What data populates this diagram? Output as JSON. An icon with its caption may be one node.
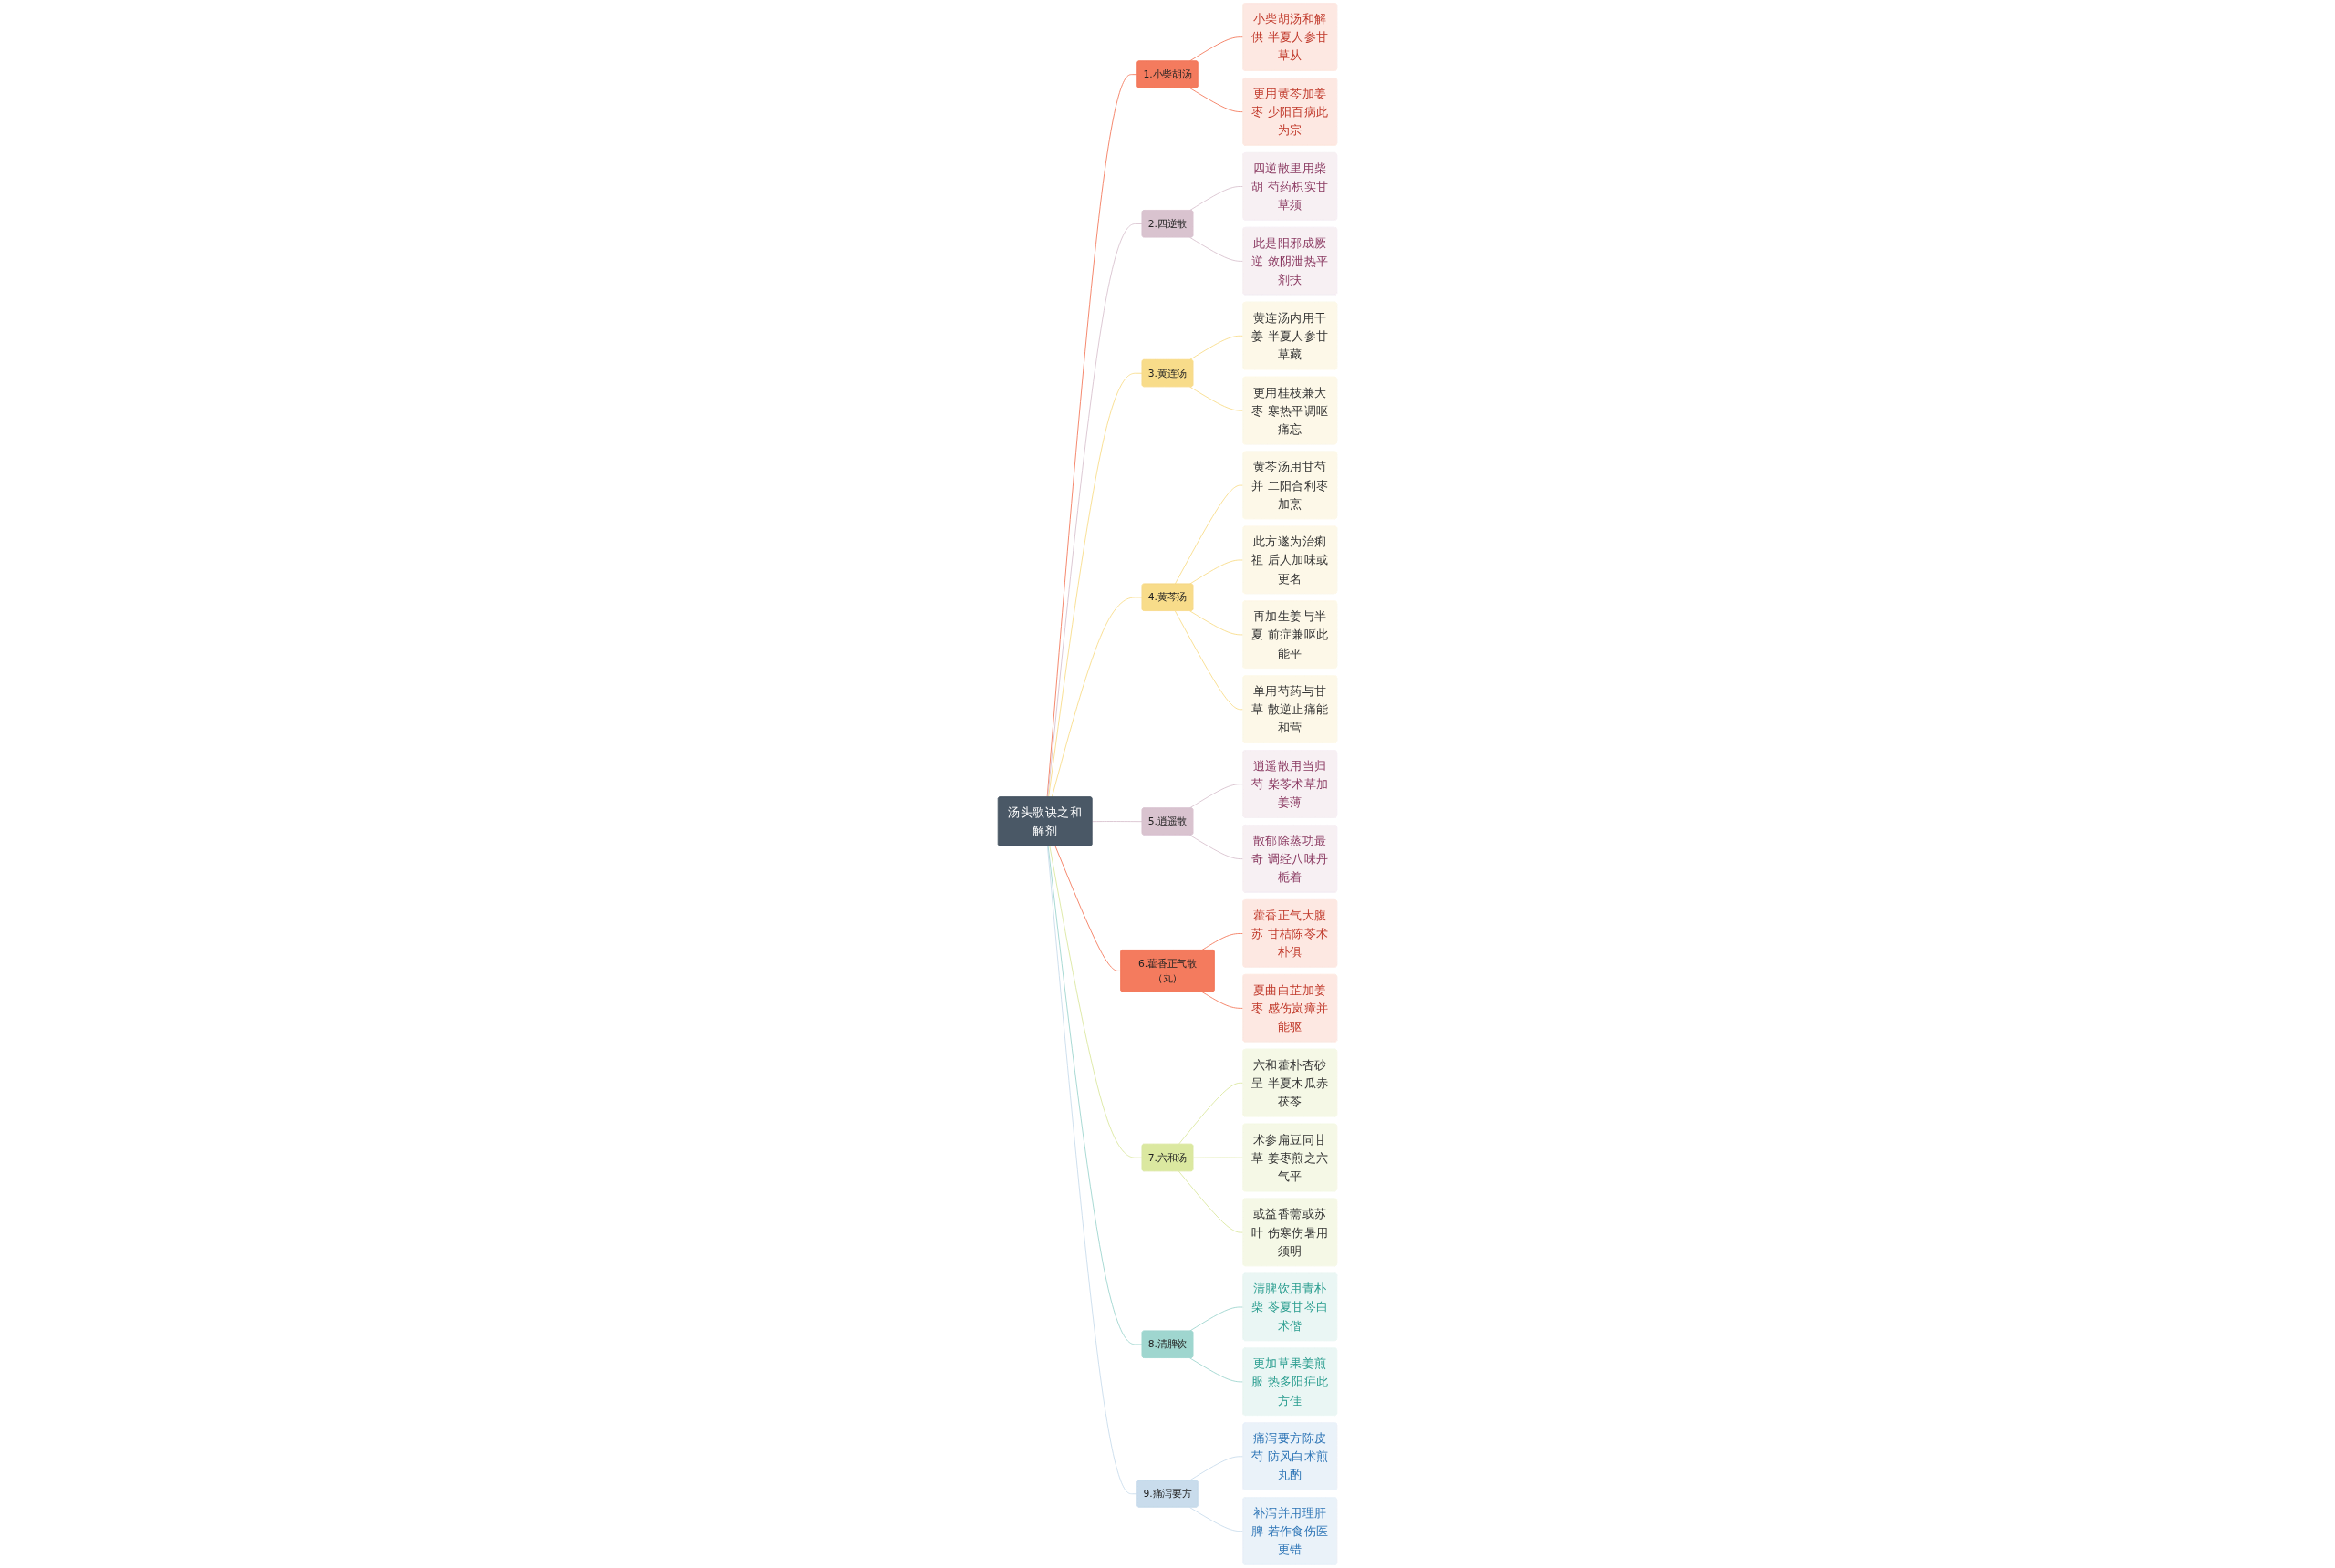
{
  "diagram": {
    "nodes": [
      {
        "text": [
          "汤头歌诀之和解剂"
        ]
      },
      {
        "text": [
          "1.小柴胡汤"
        ]
      },
      {
        "text": [
          "小柴胡汤和解供 半夏人参甘草从"
        ]
      },
      {
        "text": [
          "更用黄芩加姜枣 少阳百病此为宗"
        ]
      },
      {
        "text": [
          "2.四逆散"
        ]
      },
      {
        "text": [
          "四逆散里用柴胡 芍药枳实甘草须"
        ]
      },
      {
        "text": [
          "此是阳邪成厥逆 敛阴泄热平剂扶"
        ]
      },
      {
        "text": [
          "3.黄连汤"
        ]
      },
      {
        "text": [
          "黄连汤内用干姜 半夏人参甘草藏"
        ]
      },
      {
        "text": [
          "更用桂枝兼大枣 寒热平调呕痛忘"
        ]
      },
      {
        "text": [
          "4.黄芩汤"
        ]
      },
      {
        "text": [
          "黄芩汤用甘芍并 二阳合利枣加烹"
        ]
      },
      {
        "text": [
          "此方遂为治痢祖 后人加味或更名"
        ]
      },
      {
        "text": [
          "再加生姜与半夏 前症兼呕此能平"
        ]
      },
      {
        "text": [
          "单用芍药与甘草 散逆止痛能和营"
        ]
      },
      {
        "text": [
          "5.逍遥散"
        ]
      },
      {
        "text": [
          "逍遥散用当归芍 柴苓术草加姜薄"
        ]
      },
      {
        "text": [
          "散郁除蒸功最奇 调经八味丹栀着"
        ]
      },
      {
        "text": [
          "6.藿香正气散（丸）"
        ]
      },
      {
        "text": [
          "藿香正气大腹苏 甘桔陈苓术朴俱"
        ]
      },
      {
        "text": [
          "夏曲白芷加姜枣 感伤岚瘴并能驱"
        ]
      },
      {
        "text": [
          "7.六和汤"
        ]
      },
      {
        "text": [
          "六和藿朴杏砂呈 半夏木瓜赤茯苓"
        ]
      },
      {
        "text": [
          "术参扁豆同甘草 姜枣煎之六气平"
        ]
      },
      {
        "text": [
          "或益香薷或苏叶 伤寒伤暑用须明"
        ]
      },
      {
        "text": [
          "8.清脾饮"
        ]
      },
      {
        "text": [
          "清脾饮用青朴柴 苓夏甘芩白术偕"
        ]
      },
      {
        "text": [
          "更加草果姜煎服 热多阳疟此方佳"
        ]
      },
      {
        "text": [
          "9.痛泻要方"
        ]
      },
      {
        "text": [
          "痛泻要方陈皮芍 防风白术煎丸酌"
        ]
      },
      {
        "text": [
          "补泻并用理肝脾 若作食伤医更错"
        ]
      }
    ],
    "edges": [
      {
        "from": 0,
        "to": 1,
        "arrow": "none",
        "color": "#f47b5e"
      },
      {
        "from": 1,
        "to": 2,
        "arrow": "none",
        "color": "#f47b5e"
      },
      {
        "from": 1,
        "to": 3,
        "arrow": "none",
        "color": "#f47b5e"
      },
      {
        "from": 0,
        "to": 4,
        "arrow": "none",
        "color": "#d9c3cf"
      },
      {
        "from": 4,
        "to": 5,
        "arrow": "none",
        "color": "#d9c3cf"
      },
      {
        "from": 4,
        "to": 6,
        "arrow": "none",
        "color": "#d9c3cf"
      },
      {
        "from": 0,
        "to": 7,
        "arrow": "none",
        "color": "#f8dc8a"
      },
      {
        "from": 7,
        "to": 8,
        "arrow": "none",
        "color": "#f8dc8a"
      },
      {
        "from": 7,
        "to": 9,
        "arrow": "none",
        "color": "#f8dc8a"
      },
      {
        "from": 0,
        "to": 10,
        "arrow": "none",
        "color": "#f8dc8a"
      },
      {
        "from": 10,
        "to": 11,
        "arrow": "none",
        "color": "#f8dc8a"
      },
      {
        "from": 10,
        "to": 12,
        "arrow": "none",
        "color": "#f8dc8a"
      },
      {
        "from": 10,
        "to": 13,
        "arrow": "none",
        "color": "#f8dc8a"
      },
      {
        "from": 10,
        "to": 14,
        "arrow": "none",
        "color": "#f8dc8a"
      },
      {
        "from": 0,
        "to": 15,
        "arrow": "none",
        "color": "#d9c3cf"
      },
      {
        "from": 15,
        "to": 16,
        "arrow": "none",
        "color": "#d9c3cf"
      },
      {
        "from": 15,
        "to": 17,
        "arrow": "none",
        "color": "#d9c3cf"
      },
      {
        "from": 0,
        "to": 18,
        "arrow": "none",
        "color": "#f47b5e"
      },
      {
        "from": 18,
        "to": 19,
        "arrow": "none",
        "color": "#f47b5e"
      },
      {
        "from": 18,
        "to": 20,
        "arrow": "none",
        "color": "#f47b5e"
      },
      {
        "from": 0,
        "to": 21,
        "arrow": "none",
        "color": "#dbe8a0"
      },
      {
        "from": 21,
        "to": 22,
        "arrow": "none",
        "color": "#dbe8a0"
      },
      {
        "from": 21,
        "to": 23,
        "arrow": "none",
        "color": "#dbe8a0"
      },
      {
        "from": 21,
        "to": 24,
        "arrow": "none",
        "color": "#dbe8a0"
      },
      {
        "from": 0,
        "to": 25,
        "arrow": "none",
        "color": "#9fd6cf"
      },
      {
        "from": 25,
        "to": 26,
        "arrow": "none",
        "color": "#9fd6cf"
      },
      {
        "from": 25,
        "to": 27,
        "arrow": "none",
        "color": "#9fd6cf"
      },
      {
        "from": 0,
        "to": 28,
        "arrow": "none",
        "color": "#c9dcec"
      },
      {
        "from": 28,
        "to": 29,
        "arrow": "none",
        "color": "#c9dcec"
      },
      {
        "from": 28,
        "to": 30,
        "arrow": "none",
        "color": "#c9dcec"
      }
    ]
  }
}
